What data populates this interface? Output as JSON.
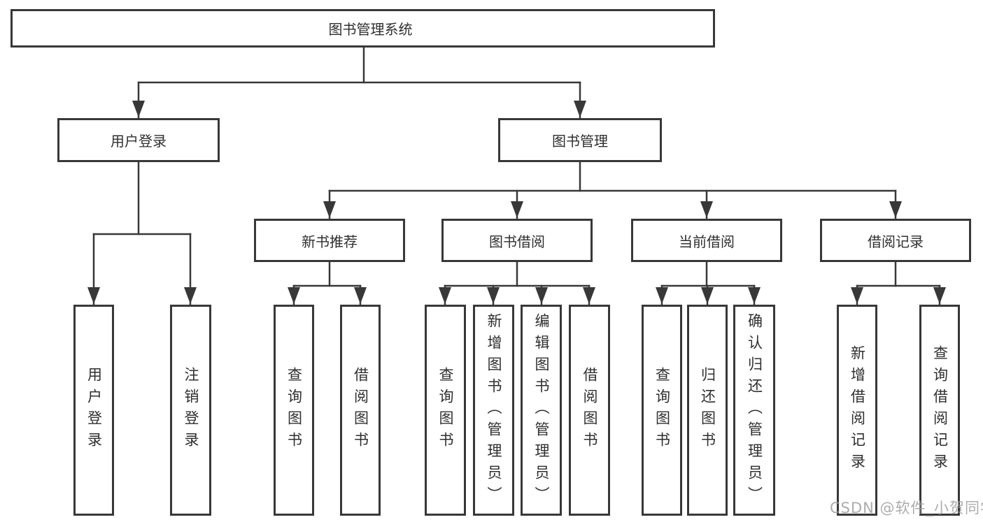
{
  "tree": {
    "root": "图书管理系统",
    "children": [
      {
        "label": "用户登录",
        "children": [
          "用户登录",
          "注销登录"
        ]
      },
      {
        "label": "图书管理",
        "children": [
          {
            "label": "新书推荐",
            "children": [
              "查询图书",
              "借阅图书"
            ]
          },
          {
            "label": "图书借阅",
            "children": [
              "查询图书",
              "新增图书（管理员）",
              "编辑图书（管理员）",
              "借阅图书"
            ]
          },
          {
            "label": "当前借阅",
            "children": [
              "查询图书",
              "归还图书",
              "确认归还（管理员）"
            ]
          },
          {
            "label": "借阅记录",
            "children": [
              "新增借阅记录",
              "查询借阅记录"
            ]
          }
        ]
      }
    ]
  },
  "watermark": "CSDN @软件_小贺同学",
  "colors": {
    "line": "#383838",
    "text": "#2f2f2f",
    "watermark_text": "#9e9e9e",
    "background": "#ffffff"
  }
}
